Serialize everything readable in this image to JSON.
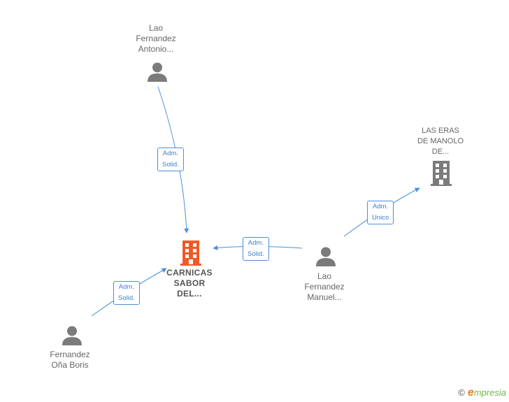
{
  "nodes": {
    "lao_antonio": {
      "lines": [
        "Lao",
        "Fernandez",
        "Antonio..."
      ],
      "icon": "person-icon"
    },
    "las_eras": {
      "lines": [
        "LAS ERAS",
        "DE MANOLO",
        "DE..."
      ],
      "icon": "building-icon"
    },
    "carnicas": {
      "lines": [
        "CARNICAS",
        "SABOR",
        "DEL..."
      ],
      "icon": "building-icon"
    },
    "lao_manuel": {
      "lines": [
        "Lao",
        "Fernandez",
        "Manuel..."
      ],
      "icon": "person-icon"
    },
    "fernandez_boris": {
      "lines": [
        "Fernandez",
        "Oña Boris"
      ],
      "icon": "person-icon"
    }
  },
  "edges": {
    "antonio_carnicas": {
      "lines": [
        "Adm.",
        "Solid."
      ]
    },
    "manuel_carnicas": {
      "lines": [
        "Adm.",
        "Solid."
      ]
    },
    "manuel_laseras": {
      "lines": [
        "Adm.",
        "Unico"
      ]
    },
    "boris_carnicas": {
      "lines": [
        "Adm.",
        "Solid."
      ]
    }
  },
  "colors": {
    "edge": "#4a90d9",
    "person": "#7b7b7b",
    "building": "#7b7b7b",
    "highlight": "#f05a28"
  },
  "footer": {
    "copyright_symbol": "©",
    "brand_initial": "e",
    "brand_rest": "mpresia"
  }
}
